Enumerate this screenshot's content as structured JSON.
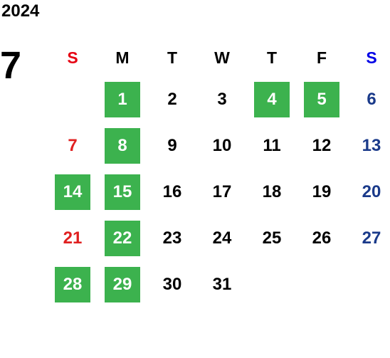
{
  "year": "2024",
  "month": "7",
  "colors": {
    "highlight": "#3cb24e",
    "sunday_header": "#e60012",
    "saturday_header": "#0000e6",
    "sunday_date": "#e02020",
    "saturday_date": "#1a3a8a",
    "weekday": "#000000"
  },
  "weekdays": [
    "S",
    "M",
    "T",
    "W",
    "T",
    "F",
    "S"
  ],
  "weeks": [
    [
      {
        "d": "",
        "hl": false
      },
      {
        "d": "1",
        "hl": true
      },
      {
        "d": "2",
        "hl": false
      },
      {
        "d": "3",
        "hl": false
      },
      {
        "d": "4",
        "hl": true
      },
      {
        "d": "5",
        "hl": true
      },
      {
        "d": "6",
        "hl": false
      }
    ],
    [
      {
        "d": "7",
        "hl": false
      },
      {
        "d": "8",
        "hl": true
      },
      {
        "d": "9",
        "hl": false
      },
      {
        "d": "10",
        "hl": false
      },
      {
        "d": "11",
        "hl": false
      },
      {
        "d": "12",
        "hl": false
      },
      {
        "d": "13",
        "hl": false
      }
    ],
    [
      {
        "d": "14",
        "hl": true
      },
      {
        "d": "15",
        "hl": true
      },
      {
        "d": "16",
        "hl": false
      },
      {
        "d": "17",
        "hl": false
      },
      {
        "d": "18",
        "hl": false
      },
      {
        "d": "19",
        "hl": false
      },
      {
        "d": "20",
        "hl": false
      }
    ],
    [
      {
        "d": "21",
        "hl": false
      },
      {
        "d": "22",
        "hl": true
      },
      {
        "d": "23",
        "hl": false
      },
      {
        "d": "24",
        "hl": false
      },
      {
        "d": "25",
        "hl": false
      },
      {
        "d": "26",
        "hl": false
      },
      {
        "d": "27",
        "hl": false
      }
    ],
    [
      {
        "d": "28",
        "hl": true
      },
      {
        "d": "29",
        "hl": true
      },
      {
        "d": "30",
        "hl": false
      },
      {
        "d": "31",
        "hl": false
      },
      {
        "d": "",
        "hl": false
      },
      {
        "d": "",
        "hl": false
      },
      {
        "d": "",
        "hl": false
      }
    ]
  ]
}
